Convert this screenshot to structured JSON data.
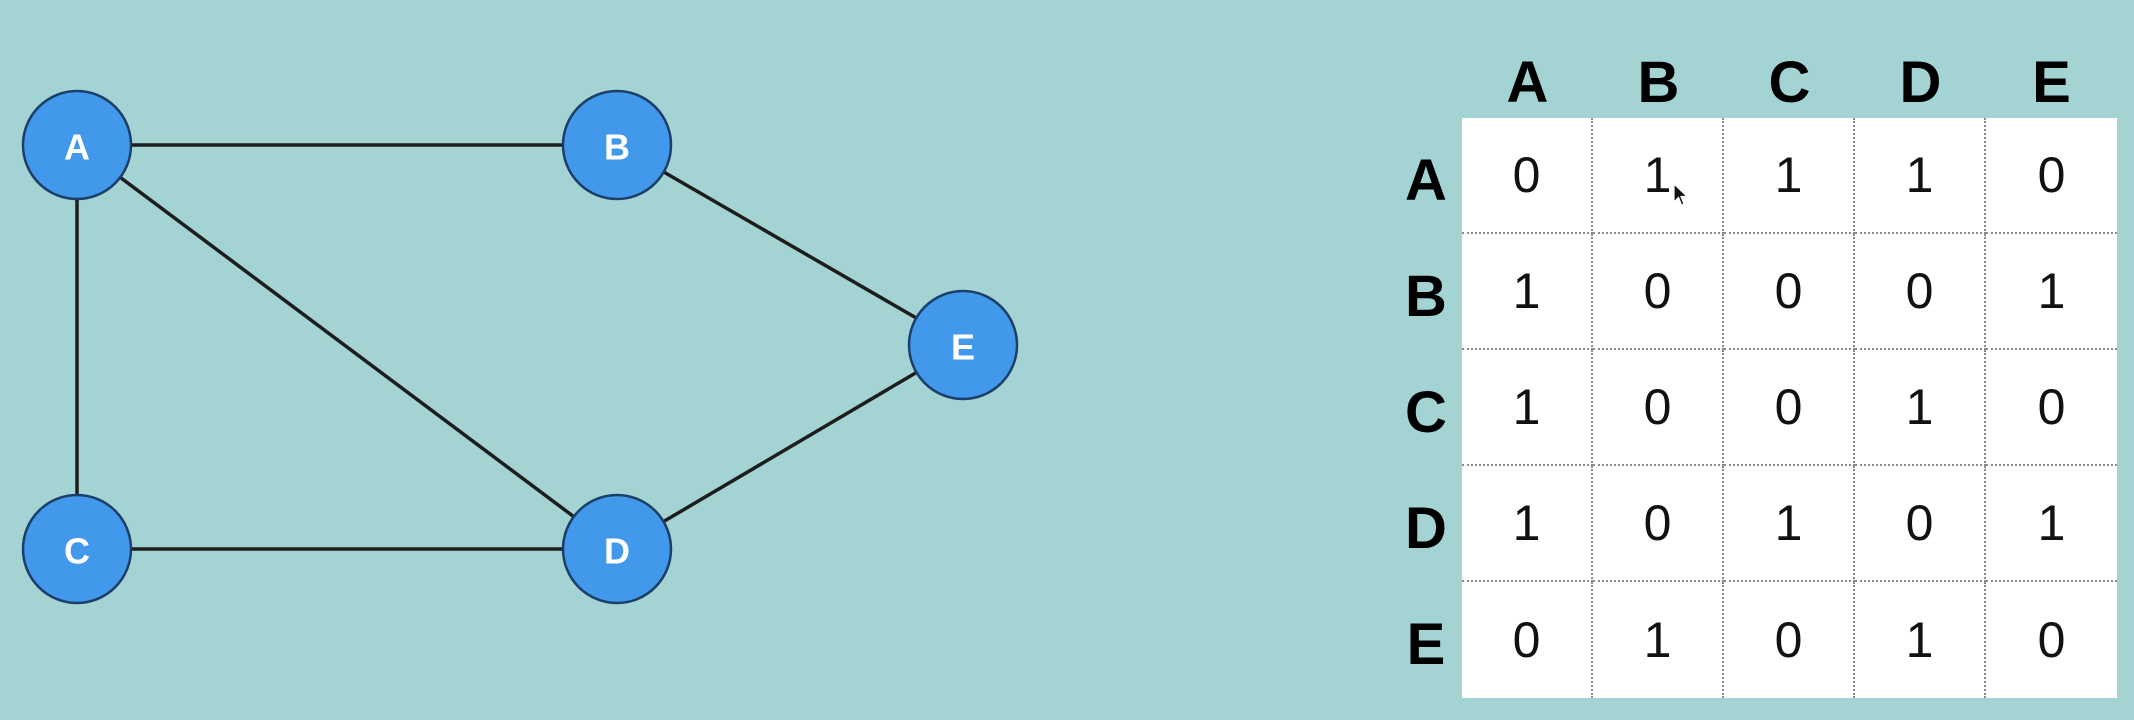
{
  "graph": {
    "nodes": [
      {
        "id": "A",
        "label": "A"
      },
      {
        "id": "B",
        "label": "B"
      },
      {
        "id": "C",
        "label": "C"
      },
      {
        "id": "D",
        "label": "D"
      },
      {
        "id": "E",
        "label": "E"
      }
    ],
    "edges": [
      [
        "A",
        "B"
      ],
      [
        "A",
        "C"
      ],
      [
        "A",
        "D"
      ],
      [
        "B",
        "E"
      ],
      [
        "C",
        "D"
      ],
      [
        "D",
        "E"
      ]
    ],
    "node_color": "#4299ec",
    "edge_color": "#1d1d1d",
    "background_color": "#a3d3d3"
  },
  "matrix": {
    "col_headers": [
      "A",
      "B",
      "C",
      "D",
      "E"
    ],
    "row_headers": [
      "A",
      "B",
      "C",
      "D",
      "E"
    ],
    "rows": [
      [
        "0",
        "1",
        "1",
        "1",
        "0"
      ],
      [
        "1",
        "0",
        "0",
        "0",
        "1"
      ],
      [
        "1",
        "0",
        "0",
        "1",
        "0"
      ],
      [
        "1",
        "0",
        "1",
        "0",
        "1"
      ],
      [
        "0",
        "1",
        "0",
        "1",
        "0"
      ]
    ]
  }
}
